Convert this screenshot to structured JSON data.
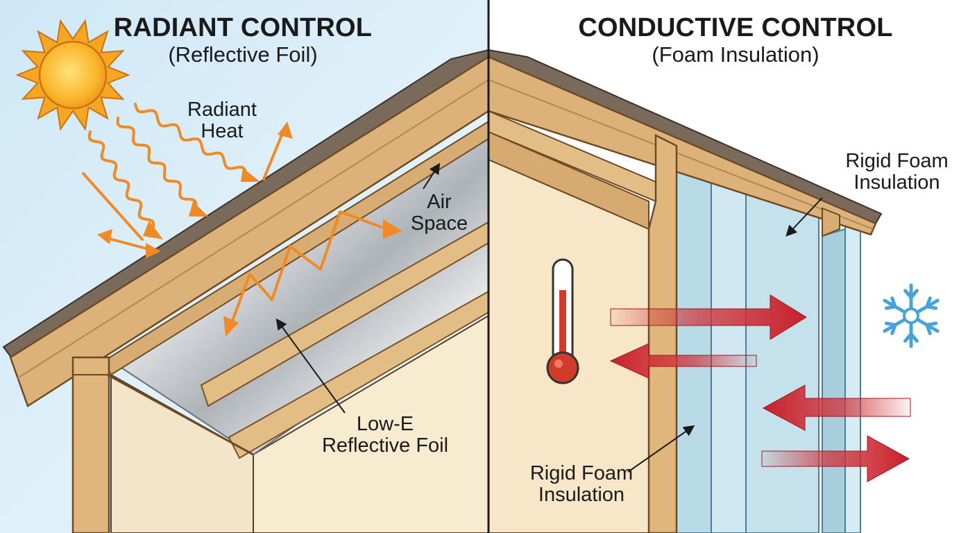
{
  "left_panel": {
    "title": "RADIANT CONTROL",
    "subtitle": "(Reflective Foil)",
    "labels": {
      "radiant_heat": [
        "Radiant",
        "Heat"
      ],
      "air_space": [
        "Air",
        "Space"
      ],
      "foil": [
        "Low-E",
        "Reflective Foil"
      ]
    }
  },
  "right_panel": {
    "title": "CONDUCTIVE CONTROL",
    "subtitle": "(Foam Insulation)",
    "labels": {
      "foam_top": [
        "Rigid Foam",
        "Insulation"
      ],
      "foam_bottom": [
        "Rigid Foam",
        "Insulation"
      ]
    }
  },
  "icons": [
    "sun-icon",
    "thermometer-icon",
    "snowflake-icon"
  ],
  "colors": {
    "sky": "#d6ecf7",
    "wood": "#dcb27a",
    "wood_dark": "#8a5d2e",
    "shingles": "#7a6a5c",
    "wall": "#f6e6c8",
    "foil": "#c9ccd0",
    "foam": "#c7e3ee",
    "heat_arrow": "#f08a24",
    "conduction_arrow": "#c8202a",
    "divider": "#1a1a1a"
  }
}
